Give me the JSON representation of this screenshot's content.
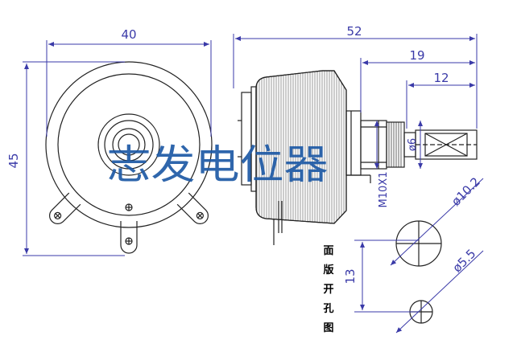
{
  "dimensions": {
    "front_width": "40",
    "front_height": "45",
    "side_length": "52",
    "shaft_length": "19",
    "shaft_tip": "12",
    "shaft_dia": "ø6",
    "thread": "M10X1",
    "hole_big": "ø10.2",
    "hole_small": "ø5.5",
    "hole_spacing": "13"
  },
  "watermark": "志发电位器",
  "panel_label_chars": [
    "面",
    "版",
    "开",
    "孔",
    "图"
  ],
  "colors": {
    "dim_line": "#3a3aa8",
    "outline": "#222222",
    "watermark": "#1e5aa6"
  }
}
